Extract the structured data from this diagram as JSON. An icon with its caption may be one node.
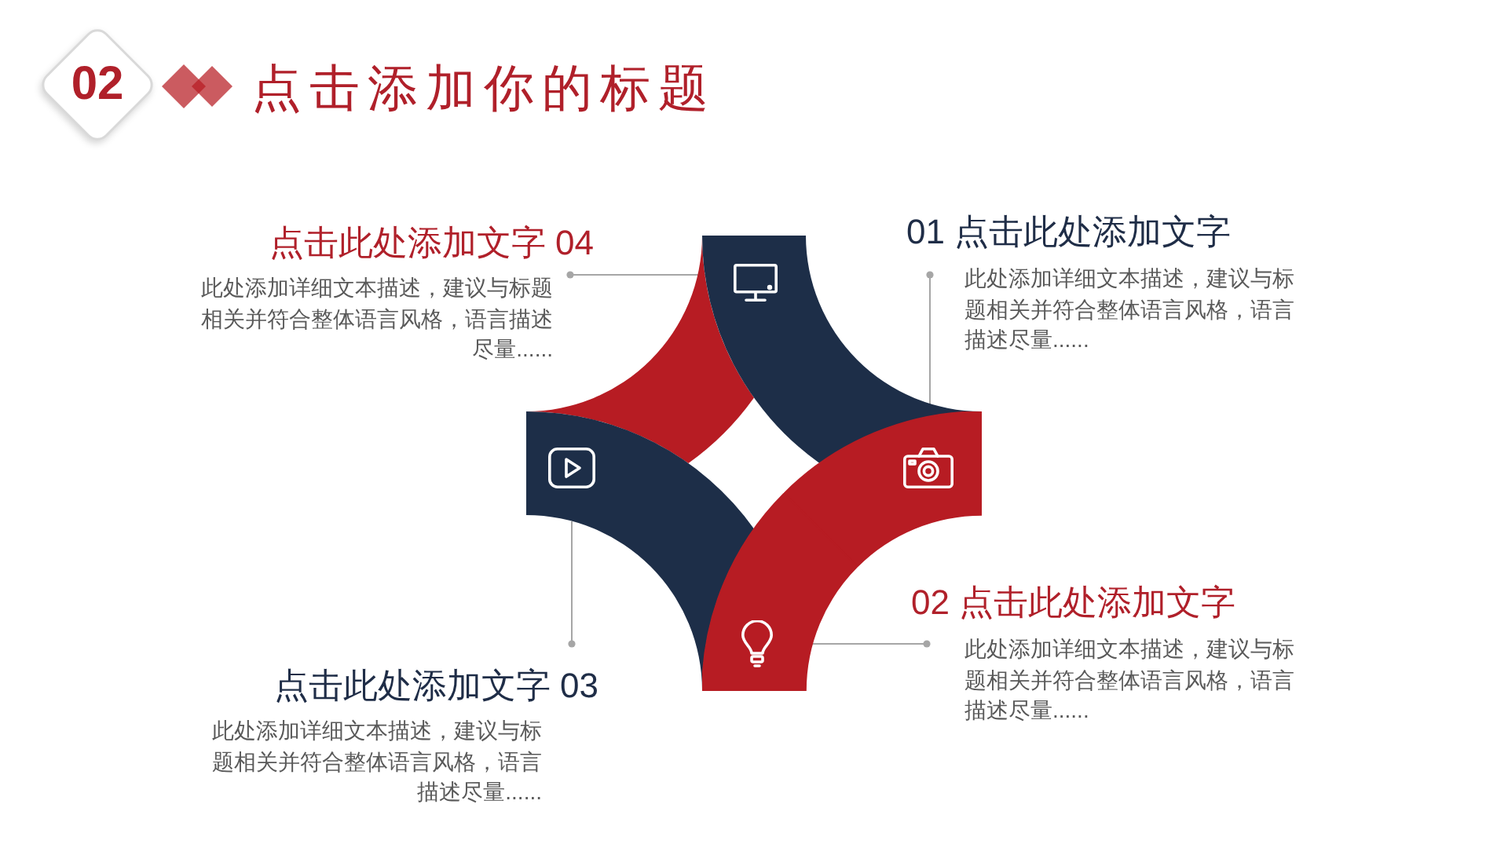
{
  "diagram": {
    "title": "点击添加你的标题",
    "nodes": [
      {
        "text": [
          "02"
        ]
      },
      {
        "text": [
          "点击此处添加文字 04",
          "此处添加详细文本描述，建议与标题相关并符合整体语言风格，语言描述尽量......"
        ]
      },
      {
        "text": [
          "01 点击此处添加文字",
          "此处添加详细文本描述，建议与标题相关并符合整体语言风格，语言描述尽量......"
        ]
      },
      {
        "text": [],
        "shape": "arc"
      },
      {
        "text": [],
        "shape": "arc"
      },
      {
        "text": [],
        "shape": "arc"
      },
      {
        "text": [],
        "shape": "arc"
      },
      {
        "text": [
          "02 点击此处添加文字",
          "此处添加详细文本描述，建议与标题相关并符合整体语言风格，语言描述尽量......"
        ]
      },
      {
        "text": [
          "点击此处添加文字 03",
          "此处添加详细文本描述，建议与标题相关并符合整体语言风格，语言描述尽量......"
        ]
      }
    ],
    "edges": [
      {
        "from": 1,
        "to": 3,
        "arrow": "other"
      },
      {
        "from": 2,
        "to": 5,
        "arrow": "other"
      },
      {
        "from": 7,
        "to": 6,
        "arrow": "other"
      },
      {
        "from": 8,
        "to": 4,
        "arrow": "other"
      }
    ]
  }
}
